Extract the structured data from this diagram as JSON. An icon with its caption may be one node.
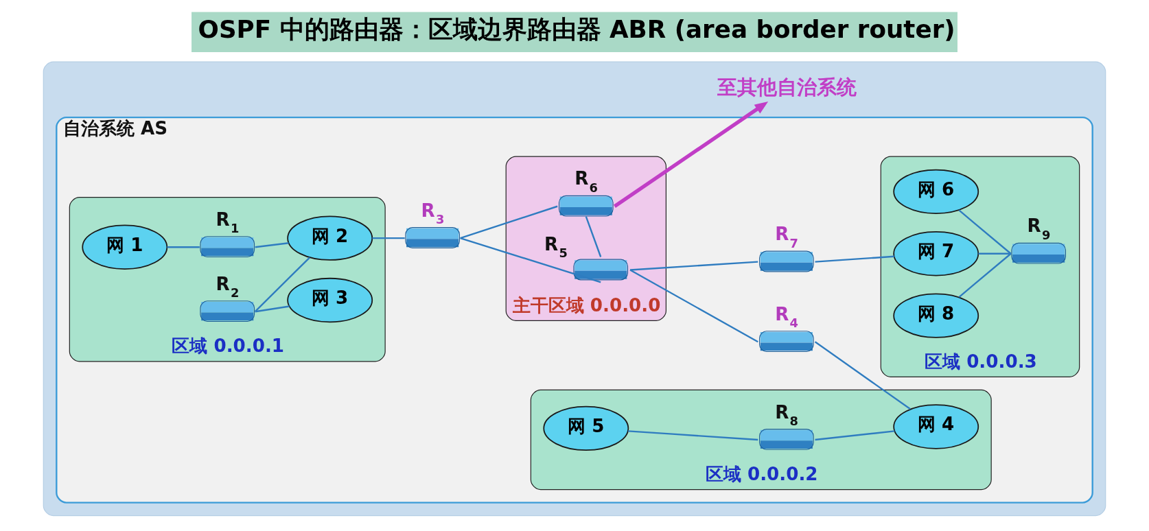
{
  "diagram": {
    "title": "OSPF 中的路由器：区域边界路由器 ABR (area border router)",
    "nodes": [
      {
        "text": [],
        "shape": "box"
      },
      {
        "text": [
          "至其他自治系统"
        ],
        "in": 0
      },
      {
        "text": [
          "自治系统 AS"
        ],
        "in": 0
      },
      {
        "text": [
          "区域 0.0.0.1"
        ],
        "in": 2
      },
      {
        "text": [
          "R$_{1}$"
        ],
        "in": 3
      },
      {
        "text": [
          "网 1"
        ],
        "in": 3
      },
      {
        "text": [
          "R$_{2}$"
        ],
        "in": 3
      },
      {
        "text": [
          "网 2"
        ],
        "in": 3
      },
      {
        "text": [
          "网 3"
        ],
        "in": 3
      },
      {
        "text": [
          "R$_{3}$"
        ],
        "in": 2
      },
      {
        "text": [
          "主干区域 0.0.0.0"
        ],
        "in": 2
      },
      {
        "text": [
          "R$_{6}$"
        ],
        "in": 10
      },
      {
        "text": [
          "R$_{5}$"
        ],
        "in": 10
      },
      {
        "text": [
          "R$_{7}$"
        ],
        "in": 2
      },
      {
        "text": [
          "R$_{4}$"
        ],
        "in": 2
      },
      {
        "text": [
          "区域 0.0.0.2"
        ],
        "in": 2
      },
      {
        "text": [
          "网 5"
        ],
        "in": 15
      },
      {
        "text": [
          "R$_{8}$"
        ],
        "in": 15
      },
      {
        "text": [
          "网 4"
        ],
        "in": 15
      },
      {
        "text": [
          "区域 0.0.0.3"
        ],
        "in": 2
      },
      {
        "text": [
          "网 6"
        ],
        "in": 19
      },
      {
        "text": [
          "R$_{9}$"
        ],
        "in": 19
      },
      {
        "text": [
          "网 7"
        ],
        "in": 19
      },
      {
        "text": [
          "网 8"
        ],
        "in": 19
      }
    ],
    "edges": [
      {
        "from": 5,
        "to": 4,
        "arrow": "none"
      },
      {
        "from": 4,
        "to": 7,
        "arrow": "none"
      },
      {
        "from": 6,
        "to": 7,
        "arrow": "none"
      },
      {
        "from": 6,
        "to": 8,
        "arrow": "none"
      },
      {
        "from": 7,
        "to": 9,
        "arrow": "none"
      },
      {
        "from": 9,
        "to": 11,
        "arrow": "none"
      },
      {
        "from": 9,
        "to": 12,
        "arrow": "none"
      },
      {
        "from": 11,
        "to": 12,
        "arrow": "none"
      },
      {
        "from": 12,
        "to": 13,
        "arrow": "none"
      },
      {
        "from": 12,
        "to": 14,
        "arrow": "none"
      },
      {
        "from": 14,
        "to": 18,
        "arrow": "none"
      },
      {
        "from": 16,
        "to": 17,
        "arrow": "none"
      },
      {
        "from": 17,
        "to": 18,
        "arrow": "none"
      },
      {
        "from": 13,
        "to": 22,
        "arrow": "none"
      },
      {
        "from": 22,
        "to": 21,
        "arrow": "none"
      },
      {
        "from": 20,
        "to": 21,
        "arrow": "none"
      },
      {
        "from": 23,
        "to": 21,
        "arrow": "none"
      },
      {
        "from": 11,
        "to": 1,
        "arrow": "to",
        "style": "thick",
        "color": "#c13ec6"
      }
    ]
  }
}
